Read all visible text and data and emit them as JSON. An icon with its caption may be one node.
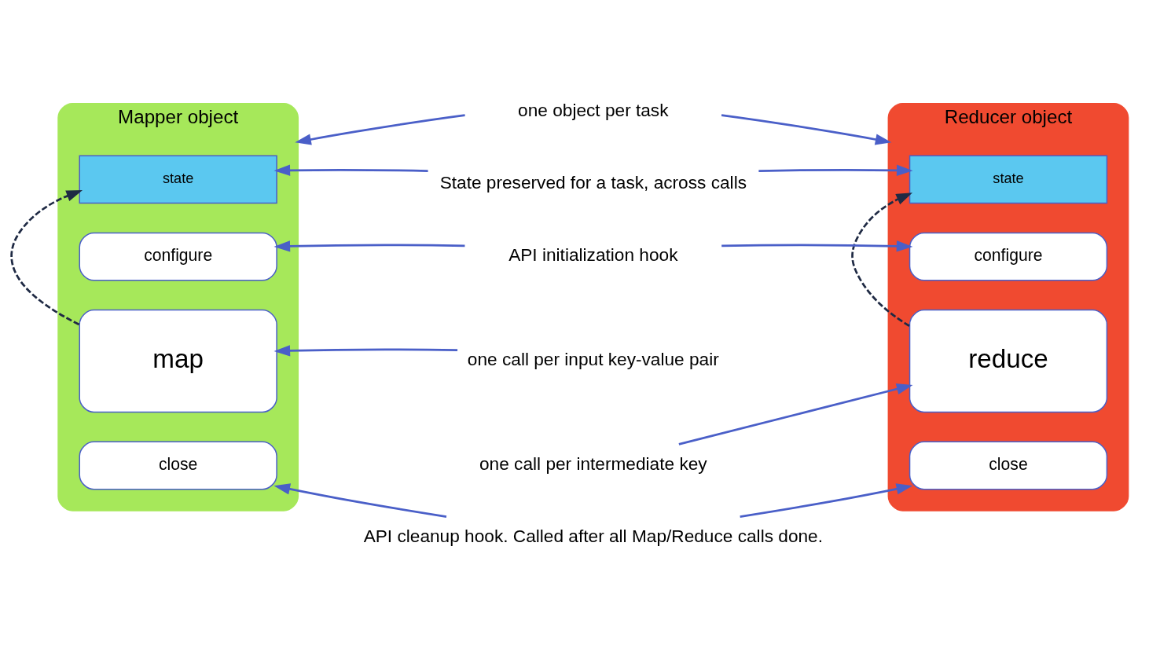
{
  "diagram": {
    "nodes": [
      {
        "text": [
          "Mapper object"
        ]
      },
      {
        "text": [
          "state"
        ],
        "in": 0
      },
      {
        "text": [
          "configure"
        ],
        "in": 0
      },
      {
        "text": [
          "map"
        ],
        "in": 0
      },
      {
        "text": [
          "close"
        ],
        "in": 0
      },
      {
        "text": [
          "Reducer object"
        ]
      },
      {
        "text": [
          "state"
        ],
        "in": 5
      },
      {
        "text": [
          "configure"
        ],
        "in": 5
      },
      {
        "text": [
          "reduce"
        ],
        "in": 5
      },
      {
        "text": [
          "close"
        ],
        "in": 5
      },
      {
        "text": [
          "one object per task"
        ]
      },
      {
        "text": [
          "State preserved for a task, across calls"
        ]
      },
      {
        "text": [
          "API initialization hook"
        ]
      },
      {
        "text": [
          "one call per input key-value pair"
        ]
      },
      {
        "text": [
          "one call per intermediate key"
        ]
      },
      {
        "text": [
          "API cleanup hook. Called after all Map/Reduce calls done."
        ]
      }
    ],
    "edges": [
      {
        "from": 10,
        "to": 0,
        "arrow": "to"
      },
      {
        "from": 10,
        "to": 5,
        "arrow": "to"
      },
      {
        "from": 11,
        "to": 1,
        "arrow": "to"
      },
      {
        "from": 11,
        "to": 6,
        "arrow": "to"
      },
      {
        "from": 12,
        "to": 2,
        "arrow": "to"
      },
      {
        "from": 12,
        "to": 7,
        "arrow": "to"
      },
      {
        "from": 13,
        "to": 3,
        "arrow": "to"
      },
      {
        "from": 14,
        "to": 8,
        "arrow": "to"
      },
      {
        "from": 15,
        "to": 4,
        "arrow": "to"
      },
      {
        "from": 15,
        "to": 9,
        "arrow": "to"
      },
      {
        "from": 3,
        "to": 1,
        "arrow": "to",
        "style": "dashed",
        "color": "#1f2a44"
      },
      {
        "from": 8,
        "to": 6,
        "arrow": "to",
        "style": "dashed",
        "color": "#1f2a44"
      }
    ]
  }
}
